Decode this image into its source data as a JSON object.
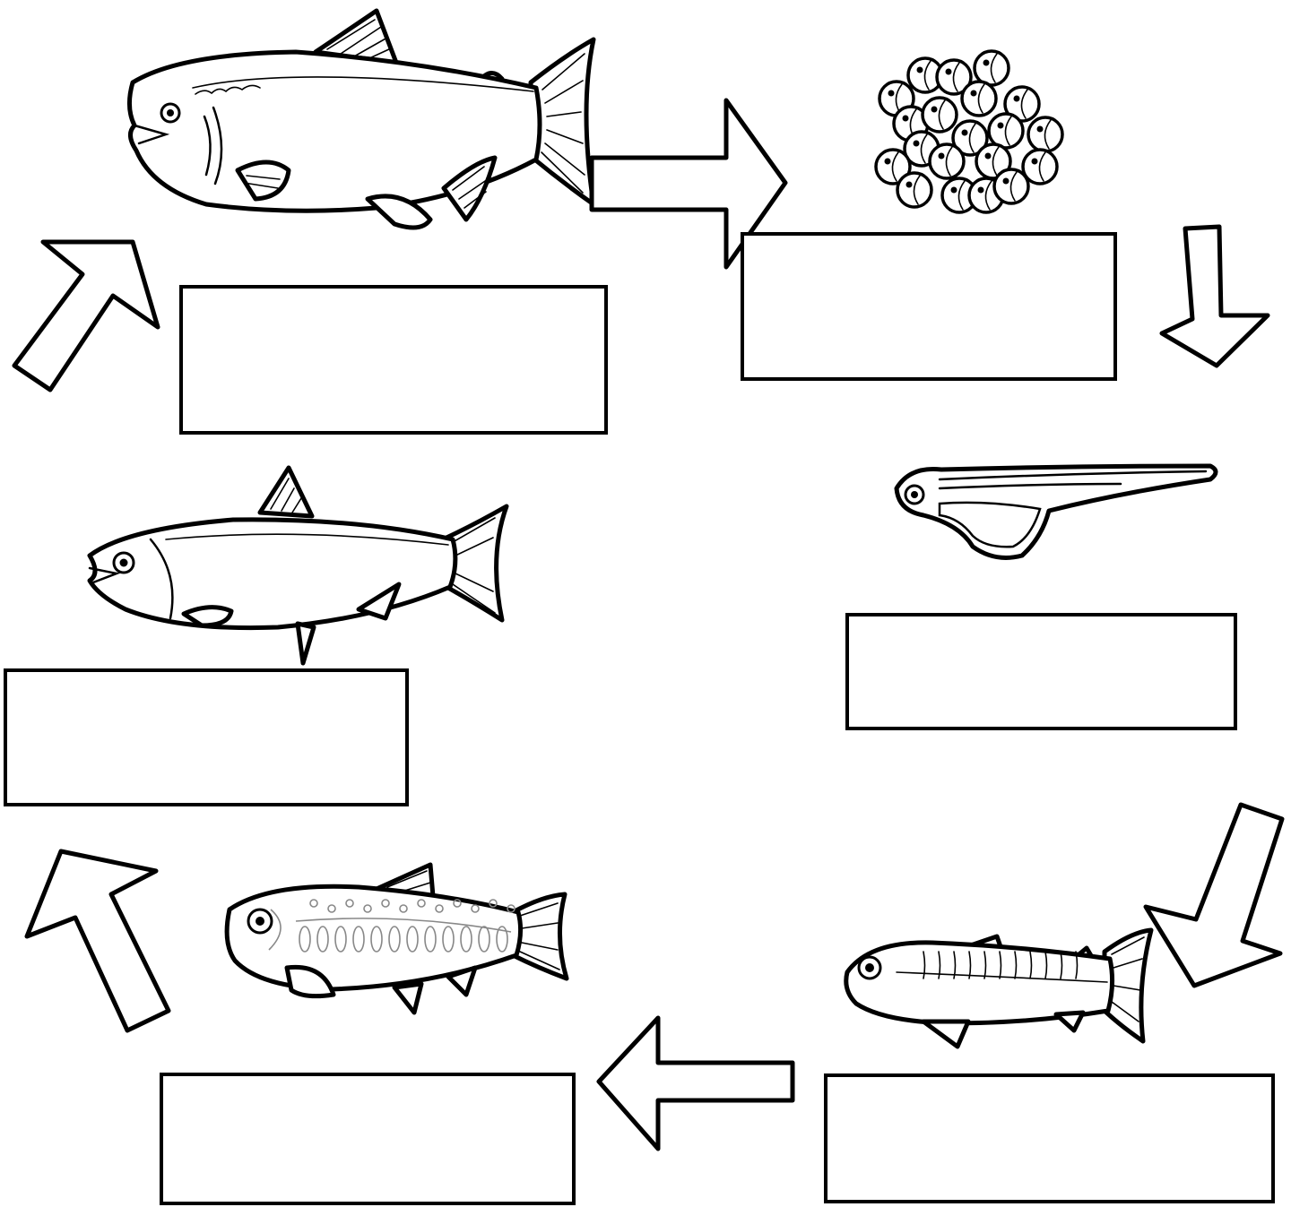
{
  "diagram": {
    "stages": [
      {
        "id": "adult",
        "icon": "adult-salmon-icon",
        "label": ""
      },
      {
        "id": "eggs",
        "icon": "salmon-eggs-icon",
        "label": ""
      },
      {
        "id": "alevin",
        "icon": "alevin-icon",
        "label": ""
      },
      {
        "id": "fry",
        "icon": "fry-icon",
        "label": ""
      },
      {
        "id": "parr",
        "icon": "parr-icon",
        "label": ""
      },
      {
        "id": "smolt",
        "icon": "smolt-icon",
        "label": ""
      }
    ],
    "arrow_icon": "outline-arrow-icon",
    "colors": {
      "ink": "#000000",
      "paper": "#ffffff",
      "detail": "#888888"
    }
  }
}
